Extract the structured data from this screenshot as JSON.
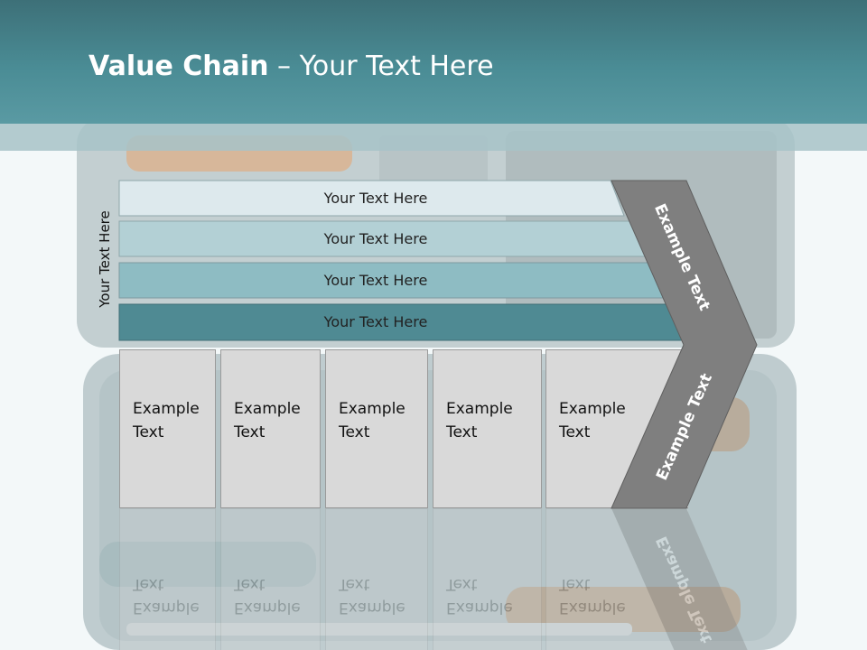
{
  "title": {
    "bold": "Value Chain",
    "rest": " – Your Text Here"
  },
  "side_label": "Your Text Here",
  "bars": [
    {
      "label": "Your Text Here",
      "color": "#dde9ed"
    },
    {
      "label": "Your Text Here",
      "color": "#b3d0d5"
    },
    {
      "label": "Your Text Here",
      "color": "#8ebcc3"
    },
    {
      "label": "Your Text Here",
      "color": "#4f8a93"
    }
  ],
  "columns": [
    {
      "line1": "Example",
      "line2": "Text"
    },
    {
      "line1": "Example",
      "line2": "Text"
    },
    {
      "line1": "Example",
      "line2": "Text"
    },
    {
      "line1": "Example",
      "line2": "Text"
    },
    {
      "line1": "Example",
      "line2": "Text"
    }
  ],
  "chevron": {
    "top_text": "Example Text",
    "bottom_text": "Example Text",
    "color": "#7f7f7f"
  },
  "colors": {
    "header": "#4a8c95",
    "column_fill": "#d9d9d9"
  }
}
